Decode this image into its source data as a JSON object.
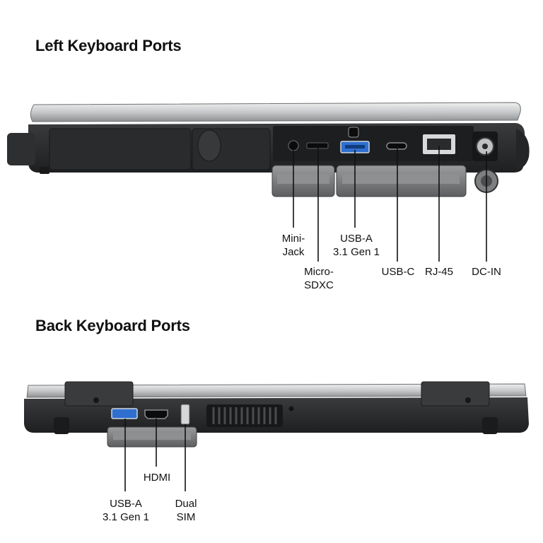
{
  "sections": {
    "left": {
      "title": "Left Keyboard Ports",
      "labels": {
        "mini_jack": "Mini-\nJack",
        "micro_sdxc": "Micro-\nSDXC",
        "usb_a": "USB-A\n3.1 Gen 1",
        "usb_c": "USB-C",
        "rj45": "RJ-45",
        "dc_in": "DC-IN"
      }
    },
    "back": {
      "title": "Back Keyboard Ports",
      "labels": {
        "hdmi": "HDMI",
        "usb_a": "USB-A\n3.1 Gen 1",
        "dual_sim": "Dual\nSIM"
      }
    }
  },
  "colors": {
    "lid_silver": "#c9cbcc",
    "body_dark": "#2b2c2e",
    "usb_blue": "#2f6fd0",
    "callout_line": "#111111"
  }
}
